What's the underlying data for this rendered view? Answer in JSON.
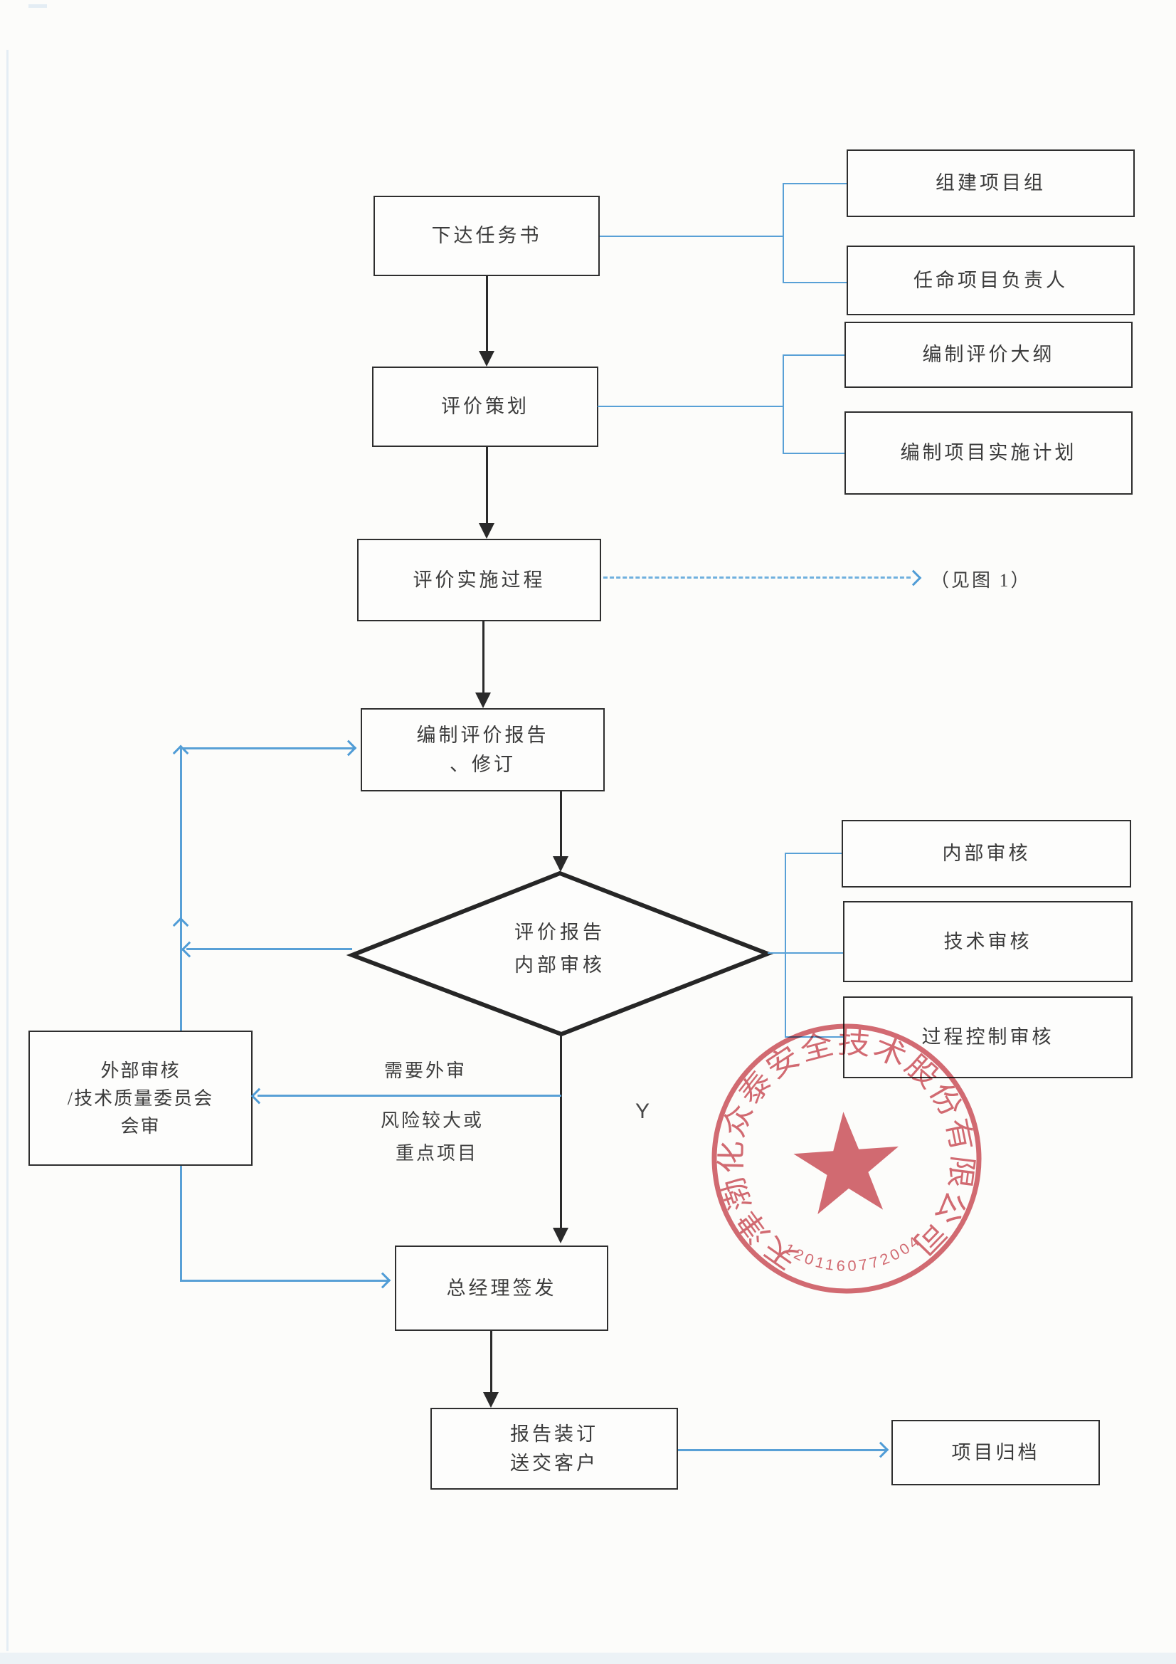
{
  "nodes": {
    "task": "下达任务书",
    "planning": "评价策划",
    "implementation": "评价实施过程",
    "report_line1": "编制评价报告",
    "report_line2": "、修订",
    "diamond_line1": "评价报告",
    "diamond_line2": "内部审核",
    "sign": "总经理签发",
    "binding_line1": "报告装订",
    "binding_line2": "送交客户",
    "external_line1": "外部审核",
    "external_line2": "/技术质量委员会",
    "external_line3": "会审",
    "r_team": "组建项目组",
    "r_leader": "任命项目负责人",
    "r_outline": "编制评价大纲",
    "r_plan": "编制项目实施计划",
    "r_internal": "内部审核",
    "r_technical": "技术审核",
    "r_process": "过程控制审核",
    "r_archive": "项目归档"
  },
  "labels": {
    "see_figure": "（见图 1）",
    "need_external": "需要外审",
    "risk_line1": "风险较大或",
    "risk_line2": "重点项目",
    "yes": "Y"
  },
  "stamp": {
    "company": "天津渤化众泰安全技术股份有限公司",
    "number": "1201160772004"
  },
  "colors": {
    "connector_blue": "#58a0d6",
    "connector_black": "#2a2a2a",
    "stamp_red": "#c8414b"
  }
}
